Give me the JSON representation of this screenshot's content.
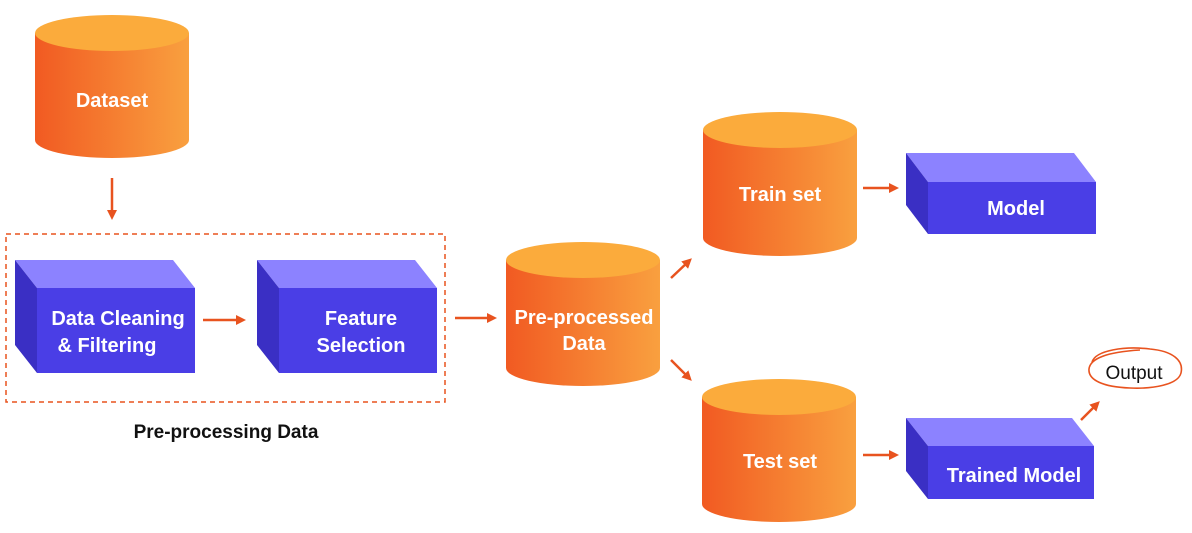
{
  "colors": {
    "cylinder_side_start": "#f15a22",
    "cylinder_side_end": "#f9a03f",
    "cylinder_top": "#fbab3c",
    "block_front": "#4a3ee6",
    "block_top": "#8c82ff",
    "block_side": "#3a2fc4",
    "arrow": "#e8531f",
    "output_circle": "#e8531f",
    "dashed_border": "#e8531f"
  },
  "nodes": {
    "dataset": {
      "label": "Dataset"
    },
    "cleaning": {
      "line1": "Data Cleaning",
      "line2": "& Filtering"
    },
    "feature": {
      "line1": "Feature",
      "line2": "Selection"
    },
    "preprocessed": {
      "line1": "Pre-processed",
      "line2": "Data"
    },
    "train": {
      "label": "Train set"
    },
    "test": {
      "label": "Test set"
    },
    "model": {
      "label": "Model"
    },
    "trained": {
      "label": "Trained Model"
    },
    "output": {
      "label": "Output"
    }
  },
  "group": {
    "caption": "Pre-processing Data"
  }
}
